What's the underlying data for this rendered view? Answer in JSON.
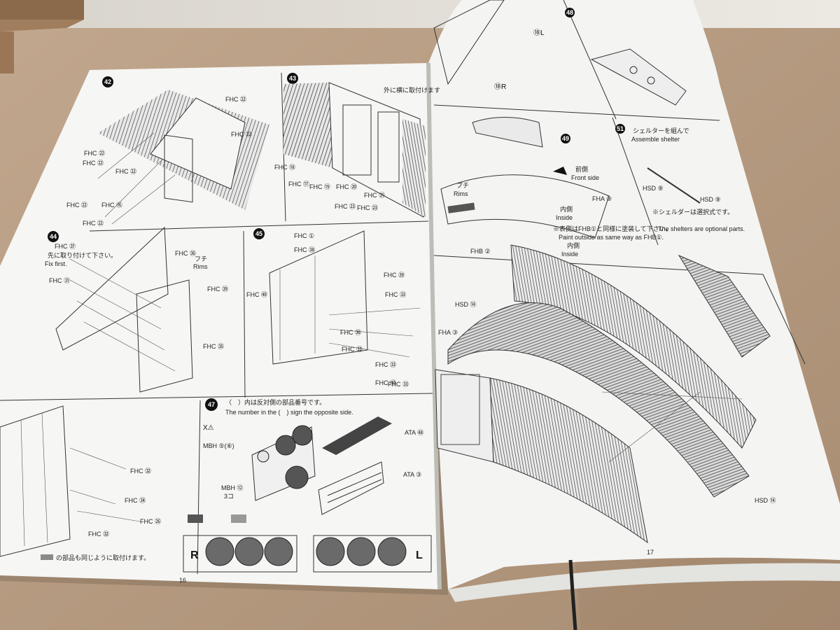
{
  "left_page": {
    "page_number": "16",
    "steps": [
      {
        "id": "s42",
        "number": "42",
        "labels": [
          "FHC ㉒",
          "FHC ㉒",
          "FHC ㉒",
          "FHC ㉒",
          "FHC ㉒",
          "FHC ㉒",
          "FHC ⑯",
          "FHC ㉒"
        ]
      },
      {
        "id": "s43",
        "number": "43",
        "labels": [
          "FHC ⑱",
          "FHC ⑰",
          "FHC ⑲",
          "FHC ⑳",
          "FHC ㉓",
          "FHC ㉓",
          "FHC ㉑"
        ],
        "note": "外に横に取付けます"
      },
      {
        "id": "s44",
        "number": "44",
        "labels": [
          "FHC ㊲",
          "FHC ㊱",
          "FHC ㊴",
          "FHC ㉟",
          "FHC ㉛"
        ],
        "note_jp": "先に取り付けて下さい。",
        "note_en": "Fix first.",
        "rims_jp": "フチ",
        "rims_en": "Rims"
      },
      {
        "id": "s45",
        "number": "45",
        "labels": [
          "FHC ①",
          "FHC ㊳",
          "FHC ㊴",
          "FHC ㊵",
          "FHC ㉝",
          "FHC ㉝",
          "FHC ㊱",
          "FHC ㉝",
          "FHC ㊵",
          "FHC ㉝"
        ]
      },
      {
        "id": "s46",
        "labels": [
          "FHC ㉜",
          "FHC ㉞",
          "FHC ㉖",
          "FHC ㉜"
        ],
        "footer_note": "の部品も同じように取付けます。"
      },
      {
        "id": "s47",
        "number": "47",
        "note_jp": "（　）内は反対側の部品番号です。",
        "note_en": "The number in the (　) sign the opposite side.",
        "labels": [
          "MBH ⑤(⑥)",
          "MBH ⑫",
          "3コ",
          "ATA ㊽",
          "ATA ③"
        ],
        "side_r": "R",
        "side_l": "L"
      }
    ]
  },
  "right_page": {
    "page_number": "17",
    "steps": [
      {
        "id": "s48",
        "number": "48"
      },
      {
        "id": "s49",
        "number": "49",
        "front_jp": "前側",
        "front_en": "Front side",
        "inside_jp": "内側",
        "inside_en": "Inside",
        "labels": [
          "FHA ③",
          "ブチ",
          "Rims"
        ]
      },
      {
        "id": "s50",
        "labels": [
          "FHB ②",
          "HSD ⑭",
          "FHA ③",
          "HSD ⑭"
        ],
        "paint_note_jp": "※表側はFHB①と同様に塗装して下さい。",
        "paint_note_en": "Paint outside as same way as FHB①.",
        "inside_jp": "内側",
        "inside_en": "Inside"
      },
      {
        "id": "s51",
        "number": "51",
        "note_jp1": "シェルターを組んで",
        "note_en1": "Assemble shelter",
        "labels": [
          "HSD ⑨",
          "HSD ⑨"
        ],
        "note_jp2": "※シェルダーは選択式です。",
        "note_en2": "The shelters are optional parts."
      }
    ]
  },
  "colors": {
    "paper": "#f6f6f4",
    "desk": "#b79d84",
    "ink": "#222222",
    "shadow": "#7f6a57",
    "grey_part": "#8a8a8a"
  }
}
